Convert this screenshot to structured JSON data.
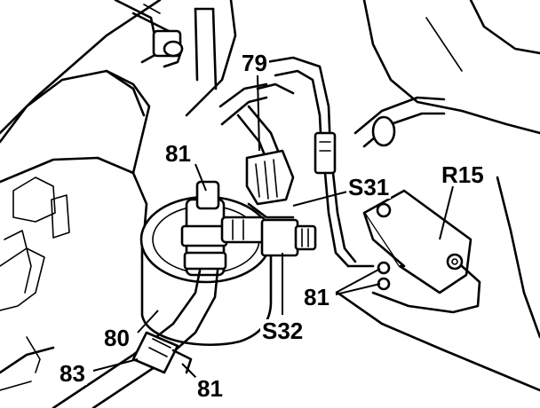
{
  "callouts": {
    "c79": "79",
    "c81_top": "81",
    "c81_right": "81",
    "c81_bottom": "81",
    "s31": "S31",
    "r15": "R15",
    "s32": "S32",
    "c80": "80",
    "c83": "83"
  }
}
